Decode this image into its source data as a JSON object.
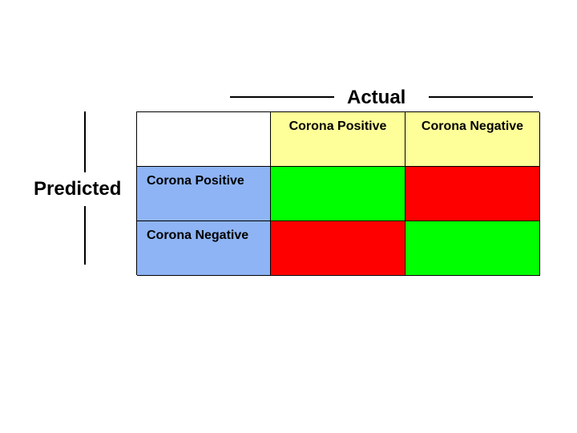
{
  "axes": {
    "column_title": "Actual",
    "row_title": "Predicted"
  },
  "column_headers": [
    "Corona Positive",
    "Corona Negative"
  ],
  "row_headers": [
    "Corona Positive",
    "Corona Negative"
  ],
  "colors": {
    "column_header_fill": "#ffff99",
    "row_header_fill": "#8eb4f5",
    "correct_fill": "#00ff00",
    "incorrect_fill": "#ff0000",
    "corner_fill": "#ffffff",
    "border": "#000000"
  },
  "matrix_cells": [
    [
      "correct",
      "incorrect"
    ],
    [
      "incorrect",
      "correct"
    ]
  ]
}
